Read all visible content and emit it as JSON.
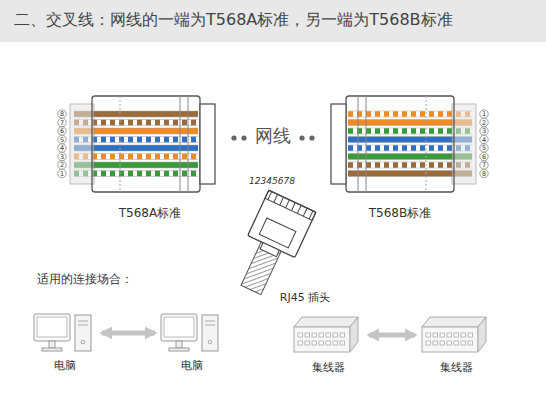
{
  "diagram": {
    "title": "二、交叉线：网线的一端为T568A标准，另一端为T568B标准",
    "nodes": [
      {
        "text": [
          "电脑"
        ]
      },
      {
        "text": [
          "电脑"
        ]
      },
      {
        "text": [
          "集线器"
        ]
      },
      {
        "text": [
          "集线器"
        ]
      }
    ],
    "edges": [
      {
        "from": 0,
        "to": 1,
        "arrow": "both"
      },
      {
        "from": 2,
        "to": 3,
        "arrow": "both"
      }
    ],
    "labels": [
      "T568A标准",
      "网线",
      "T568B标准",
      "12345678",
      "RJ45 插头",
      "适用的连接场合：",
      "8",
      "7",
      "6",
      "5",
      "4",
      "3",
      "2",
      "1",
      "1",
      "2",
      "3",
      "4",
      "5",
      "6",
      "7",
      "8"
    ]
  }
}
